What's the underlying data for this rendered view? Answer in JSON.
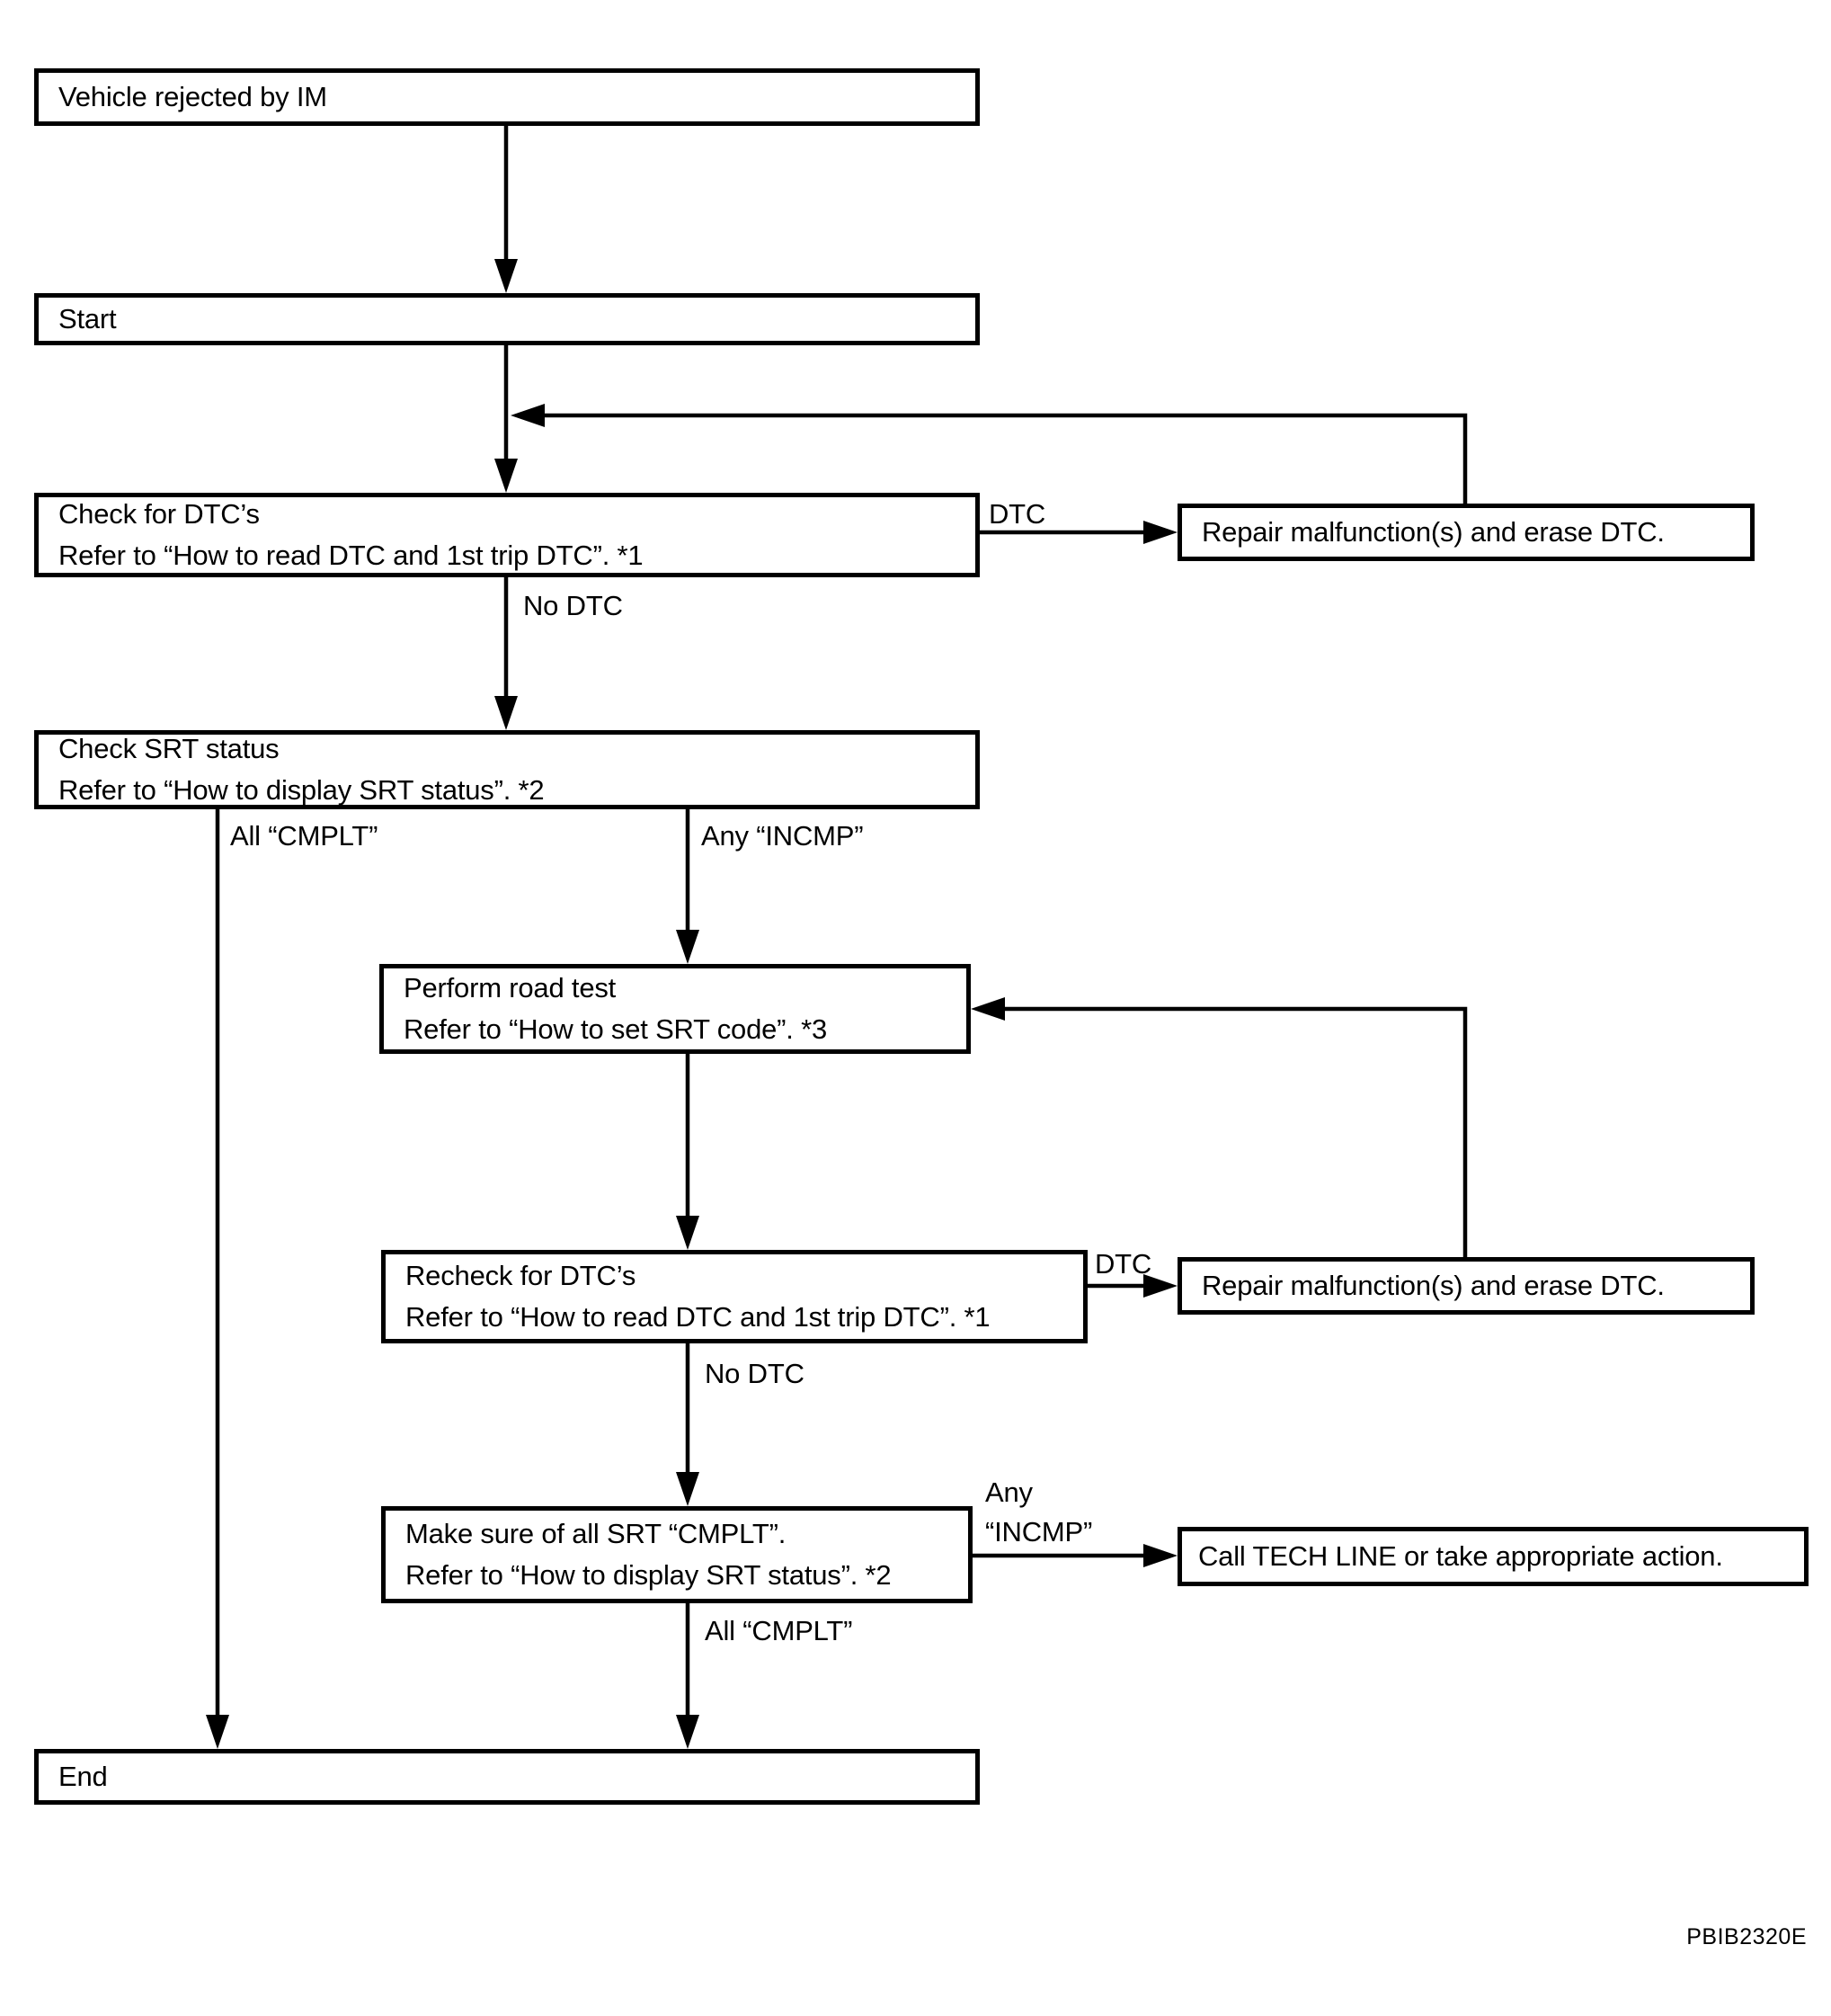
{
  "diagram": {
    "title_hint": "IM inspection / SRT diagnostic flowchart",
    "colors": {
      "line": "#000000",
      "background": "#ffffff"
    },
    "boxes": {
      "vehicle_rejected": {
        "label": "Vehicle rejected by IM"
      },
      "start": {
        "label": "Start"
      },
      "check_dtc": {
        "line1": "Check for DTC’s",
        "line2": "Refer to “How to read DTC and 1st trip DTC”. *1"
      },
      "repair1": {
        "label": "Repair malfunction(s) and erase DTC."
      },
      "check_srt": {
        "line1": "Check SRT status",
        "line2": "Refer to “How to display SRT status”. *2"
      },
      "road_test": {
        "line1": "Perform road test",
        "line2": "Refer to “How to set SRT code”. *3"
      },
      "recheck_dtc": {
        "line1": "Recheck for DTC’s",
        "line2": "Refer to “How to read DTC and 1st trip DTC”. *1"
      },
      "repair2": {
        "label": "Repair malfunction(s) and erase DTC."
      },
      "make_sure_srt": {
        "line1": "Make sure of all SRT “CMPLT”.",
        "line2": "Refer to “How to display SRT status”. *2"
      },
      "tech_line": {
        "label": "Call TECH LINE or take appropriate action."
      },
      "end": {
        "label": "End"
      }
    },
    "edge_labels": {
      "dtc1": "DTC",
      "no_dtc1": "No DTC",
      "all_cmplt1": "All “CMPLT”",
      "any_incmp1": "Any “INCMP”",
      "dtc2": "DTC",
      "no_dtc2": "No DTC",
      "any2_line1": "Any",
      "any2_line2": "“INCMP”",
      "all_cmplt2": "All “CMPLT”"
    },
    "figure_code": "PBIB2320E"
  }
}
